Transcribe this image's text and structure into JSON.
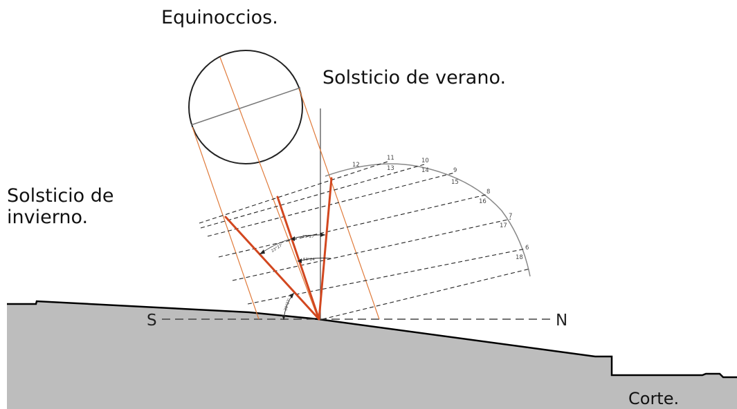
{
  "labels": {
    "equinox": "Equinoccios.",
    "summer_solstice": "Solsticio de verano.",
    "winter_solstice_line1": "Solsticio de",
    "winter_solstice_line2": "invierno.",
    "section": "Corte.",
    "south": "S",
    "north": "N"
  },
  "hours_morning": [
    "6",
    "7",
    "8",
    "9",
    "10",
    "11"
  ],
  "hours_afternoon": [
    "18",
    "17",
    "16",
    "15",
    "14",
    "13"
  ],
  "hour_noon": "12",
  "angles": {
    "summer_to_equinox": "23°27'",
    "equinox_to_winter": "23°27'",
    "equinox_altitude": "53°24'",
    "winter_altitude": "30°27'"
  },
  "colors": {
    "ground": "#bdbdbd",
    "sun_ray": "#d2471f",
    "guide_line": "#e07a3a",
    "arc": "#888888"
  }
}
